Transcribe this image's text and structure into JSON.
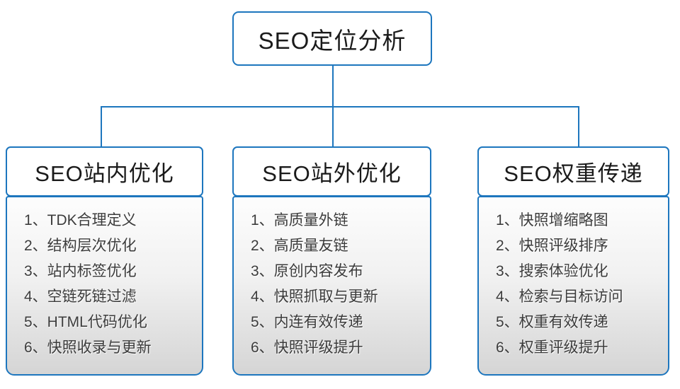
{
  "diagram": {
    "root": {
      "title": "SEO定位分析"
    },
    "columns": [
      {
        "title": "SEO站内优化",
        "items": [
          "1、TDK合理定义",
          "2、结构层次优化",
          "3、站内标签优化",
          "4、空链死链过滤",
          "5、HTML代码优化",
          "6、快照收录与更新"
        ]
      },
      {
        "title": "SEO站外优化",
        "items": [
          "1、高质量外链",
          "2、高质量友链",
          "3、原创内容发布",
          "4、快照抓取与更新",
          "5、内连有效传递",
          "6、快照评级提升"
        ]
      },
      {
        "title": "SEO权重传递",
        "items": [
          "1、快照增缩略图",
          "2、快照评级排序",
          "3、搜索体验优化",
          "4、检索与目标访问",
          "5、权重有效传递",
          "6、权重评级提升"
        ]
      }
    ],
    "colors": {
      "accent": "#1d76be",
      "text": "#3c3c3c",
      "body_gradient_top": "#fdfdfd",
      "body_gradient_bottom": "#d5d5d5"
    }
  }
}
